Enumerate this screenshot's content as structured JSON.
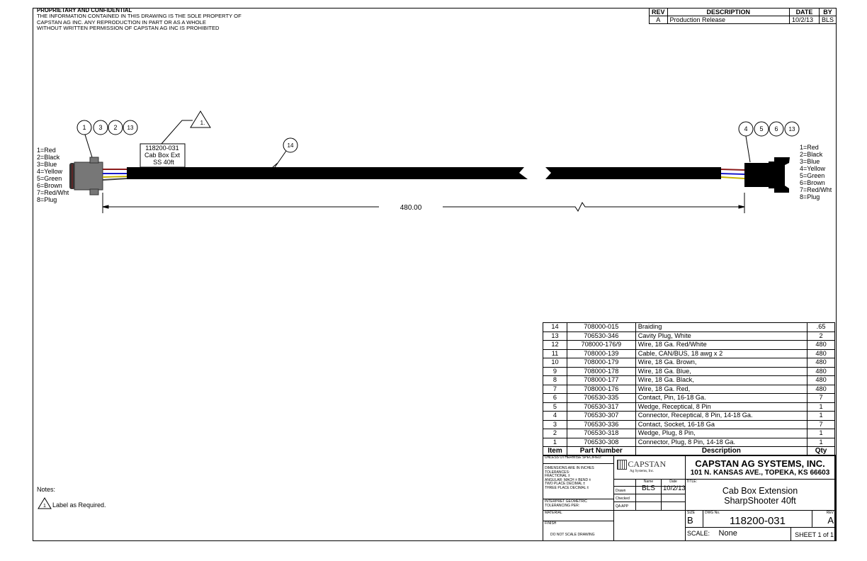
{
  "header": {
    "title": "PROPRIETARY AND CONFIDENTIAL",
    "lines": [
      "THE INFORMATION CONTAINED IN THIS DRAWING IS THE SOLE PROPERTY OF",
      "CAPSTAN AG INC. ANY REPRODUCTION IN PART OR AS A WHOLE",
      "WITHOUT WRITTEN PERMISSION OF CAPSTAN AG INC IS PROHIBITED"
    ]
  },
  "revisions": {
    "headers": [
      "REV",
      "DESCRIPTION",
      "DATE",
      "BY"
    ],
    "rows": [
      [
        "A",
        "Production Release",
        "10/2/13",
        "BLS"
      ]
    ]
  },
  "drawing": {
    "left_balloons": [
      "1",
      "3",
      "2",
      "13"
    ],
    "right_balloons": [
      "4",
      "5",
      "6",
      "13"
    ],
    "braid_balloon": "14",
    "flag_note": "1.",
    "label_box": [
      "118200-031",
      "Cab Box Ext",
      "SS 40ft"
    ],
    "left_legend": [
      "1=Red",
      "2=Black",
      "3=Blue",
      "4=Yellow",
      "5=Green",
      "6=Brown",
      "7=Red/Wht",
      "8=Plug"
    ],
    "right_legend": [
      "1=Red",
      "2=Black",
      "3=Blue",
      "4=Yellow",
      "5=Green",
      "6=Brown",
      "7=Red/Wht",
      "8=Plug"
    ],
    "dimension": "480.00",
    "colors": {
      "cable": "#000000",
      "red": "#8b1a1a",
      "blue": "#1a1acc",
      "yellow": "#c8b400",
      "connector_left": "#707070"
    }
  },
  "bom": {
    "headers": [
      "Item",
      "Part Number",
      "Description",
      "Qty"
    ],
    "rows": [
      [
        "14",
        "708000-015",
        "Braiding",
        ".65"
      ],
      [
        "13",
        "706530-346",
        "Cavity Plug, White",
        "2"
      ],
      [
        "12",
        "708000-176/9",
        "Wire, 18 Ga. Red/White",
        "480"
      ],
      [
        "11",
        "708000-139",
        "Cable, CAN/BUS, 18 awg x 2",
        "480"
      ],
      [
        "10",
        "708000-179",
        "Wire, 18 Ga. Brown,",
        "480"
      ],
      [
        "9",
        "708000-178",
        "Wire, 18 Ga. Blue,",
        "480"
      ],
      [
        "8",
        "708000-177",
        "Wire, 18 Ga. Black,",
        "480"
      ],
      [
        "7",
        "708000-176",
        "Wire, 18 Ga. Red,",
        "480"
      ],
      [
        "6",
        "706530-335",
        "Contact, Pin, 16-18 Ga.",
        "7"
      ],
      [
        "5",
        "706530-317",
        "Wedge, Receptical, 8 Pin",
        "1"
      ],
      [
        "4",
        "706530-307",
        "Connector, Receptical, 8 Pin, 14-18 Ga.",
        "1"
      ],
      [
        "3",
        "706530-336",
        "Contact, Socket, 16-18 Ga",
        "7"
      ],
      [
        "2",
        "706530-318",
        "Wedge, Plug, 8 Pin,",
        "1"
      ],
      [
        "1",
        "706530-308",
        "Connector, Plug, 8 Pin, 14-18 Ga.",
        "1"
      ]
    ]
  },
  "title_block": {
    "unless": "UNLESS OTHERWISE SPECIFIED:",
    "tolerances": [
      "DIMENSIONS ARE IN INCHES",
      "TOLERANCES:",
      "FRACTIONAL ±",
      "ANGULAR: MACH ±   BEND ±",
      "TWO PLACE DECIMAL   ±",
      "THREE PLACE DECIMAL  ±"
    ],
    "interpret": [
      "INTERPRET GEOMETRIC",
      "TOLERANCING PER:"
    ],
    "material": "MATERIAL",
    "finish": "FINISH",
    "no_scale": "DO NOT SCALE DRAWING",
    "logo_text": "CAPSTAN",
    "logo_sub": "Ag Systems, Inc.",
    "company": "CAPSTAN AG SYSTEMS, INC.",
    "address": "101 N. KANSAS AVE., TOPEKA, KS 66603",
    "name_label": "Name",
    "date_label": "Date",
    "drawn_label": "Drawn",
    "checked_label": "Checked",
    "qa_label": "QA APP",
    "drawn_name": "BLS",
    "drawn_date": "10/2/13",
    "title_label": "TITLE:",
    "title_lines": [
      "Cab Box Extension",
      "SharpShooter 40ft"
    ],
    "size_label": "SIZE",
    "size": "B",
    "dwg_label": "DWG No.",
    "dwg_no": "118200-031",
    "rev_label": "REV",
    "rev": "A",
    "scale_label": "SCALE:",
    "scale": "None",
    "sheet": "SHEET 1 of 1"
  },
  "notes": {
    "title": "Notes:",
    "flag": "1",
    "items": [
      "Label as Required."
    ]
  }
}
